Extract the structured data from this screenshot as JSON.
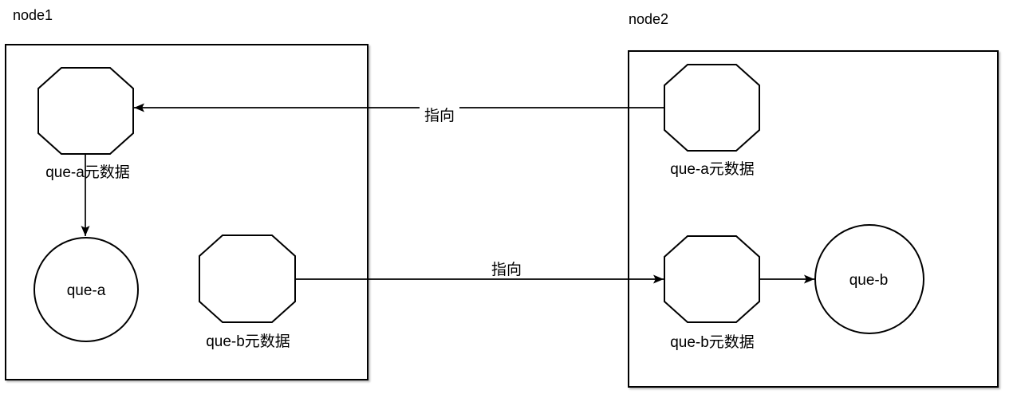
{
  "diagram": {
    "background_color": "#ffffff",
    "stroke_color": "#000000",
    "shape_fill_color": "#ffffff",
    "node1": {
      "title": "node1",
      "octagon_a_label": "que-a元数据",
      "octagon_b_label": "que-b元数据",
      "circle_label": "que-a"
    },
    "node2": {
      "title": "node2",
      "octagon_a_label": "que-a元数据",
      "octagon_b_label": "que-b元数据",
      "circle_label": "que-b"
    },
    "edges": {
      "a_pointer_label": "指向",
      "b_pointer_label": "指向"
    }
  }
}
